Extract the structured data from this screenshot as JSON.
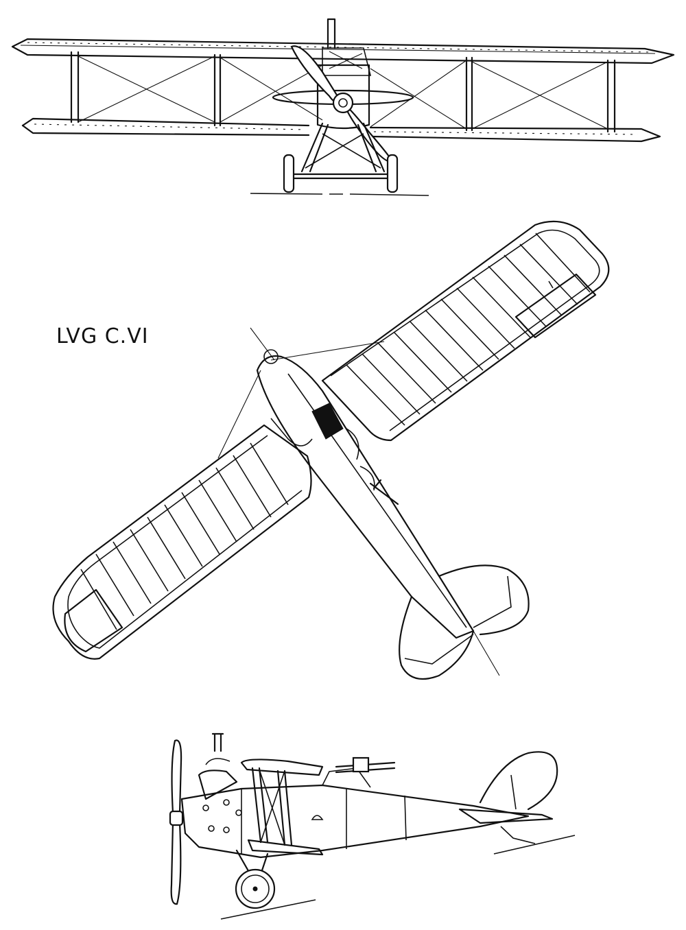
{
  "drawing": {
    "title": "LVG C.VI",
    "views": [
      "front-view",
      "top-view",
      "side-view"
    ]
  }
}
